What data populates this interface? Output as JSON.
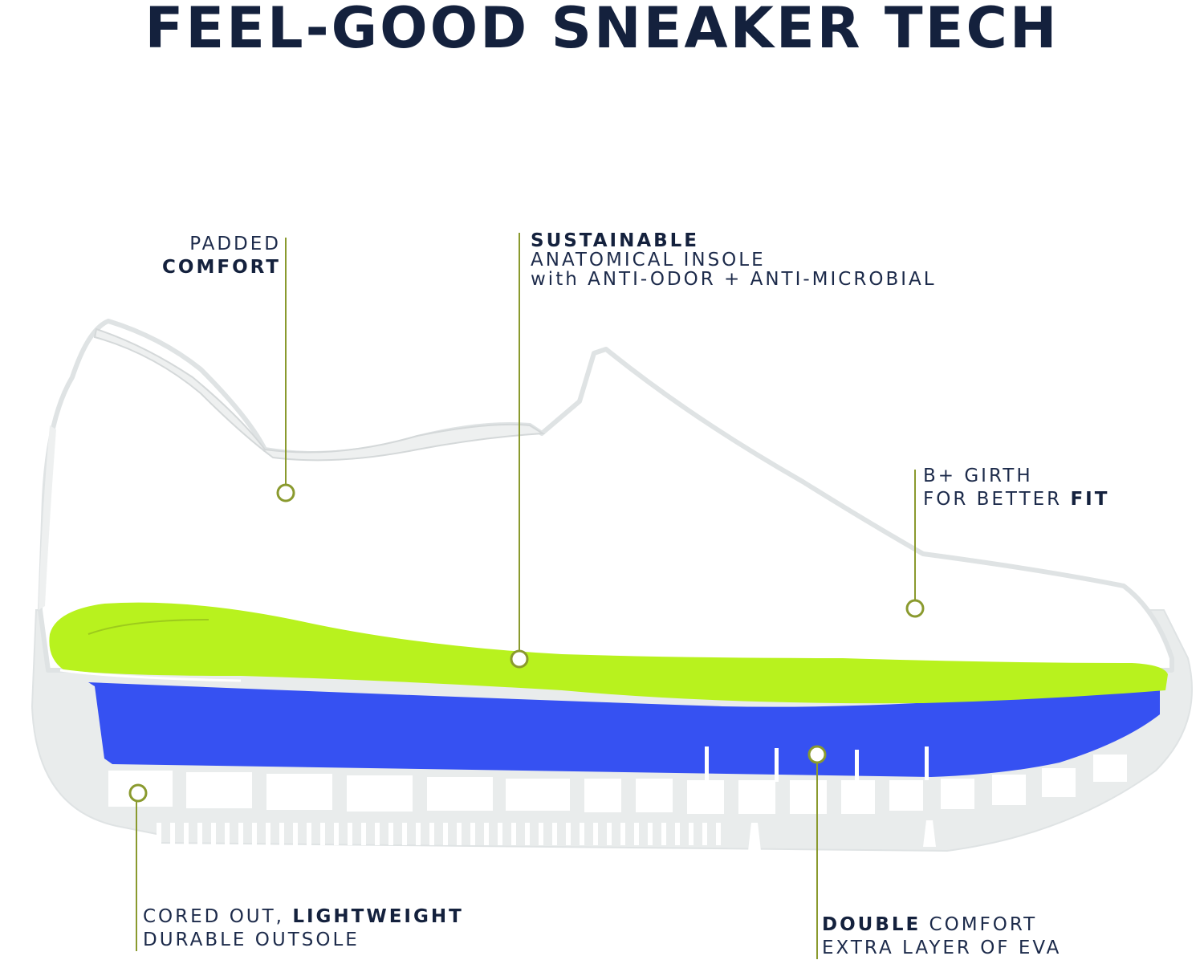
{
  "title": "FEEL-GOOD SNEAKER TECH",
  "colors": {
    "navy": "#14213d",
    "leader": "#8a9a2e",
    "insole": "#b8f21e",
    "midsole": "#3651f2",
    "outsole": "#e9ecec",
    "upper": "#ffffff",
    "outline": "#dfe3e4"
  },
  "callouts": {
    "padded": {
      "line1": "PADDED",
      "bold": "COMFORT"
    },
    "insole": {
      "bold": "SUSTAINABLE",
      "line2": "ANATOMICAL INSOLE",
      "line3": "with ANTI-ODOR + ANTI-MICROBIAL"
    },
    "girth": {
      "line1": "B+ GIRTH",
      "line2_pre": "FOR BETTER ",
      "bold": "FIT"
    },
    "outsole": {
      "line1_pre": "CORED OUT, ",
      "bold": "LIGHTWEIGHT",
      "line2": "DURABLE OUTSOLE"
    },
    "double": {
      "bold": "DOUBLE",
      "line1_post": " COMFORT",
      "line2": "EXTRA LAYER OF EVA"
    }
  }
}
